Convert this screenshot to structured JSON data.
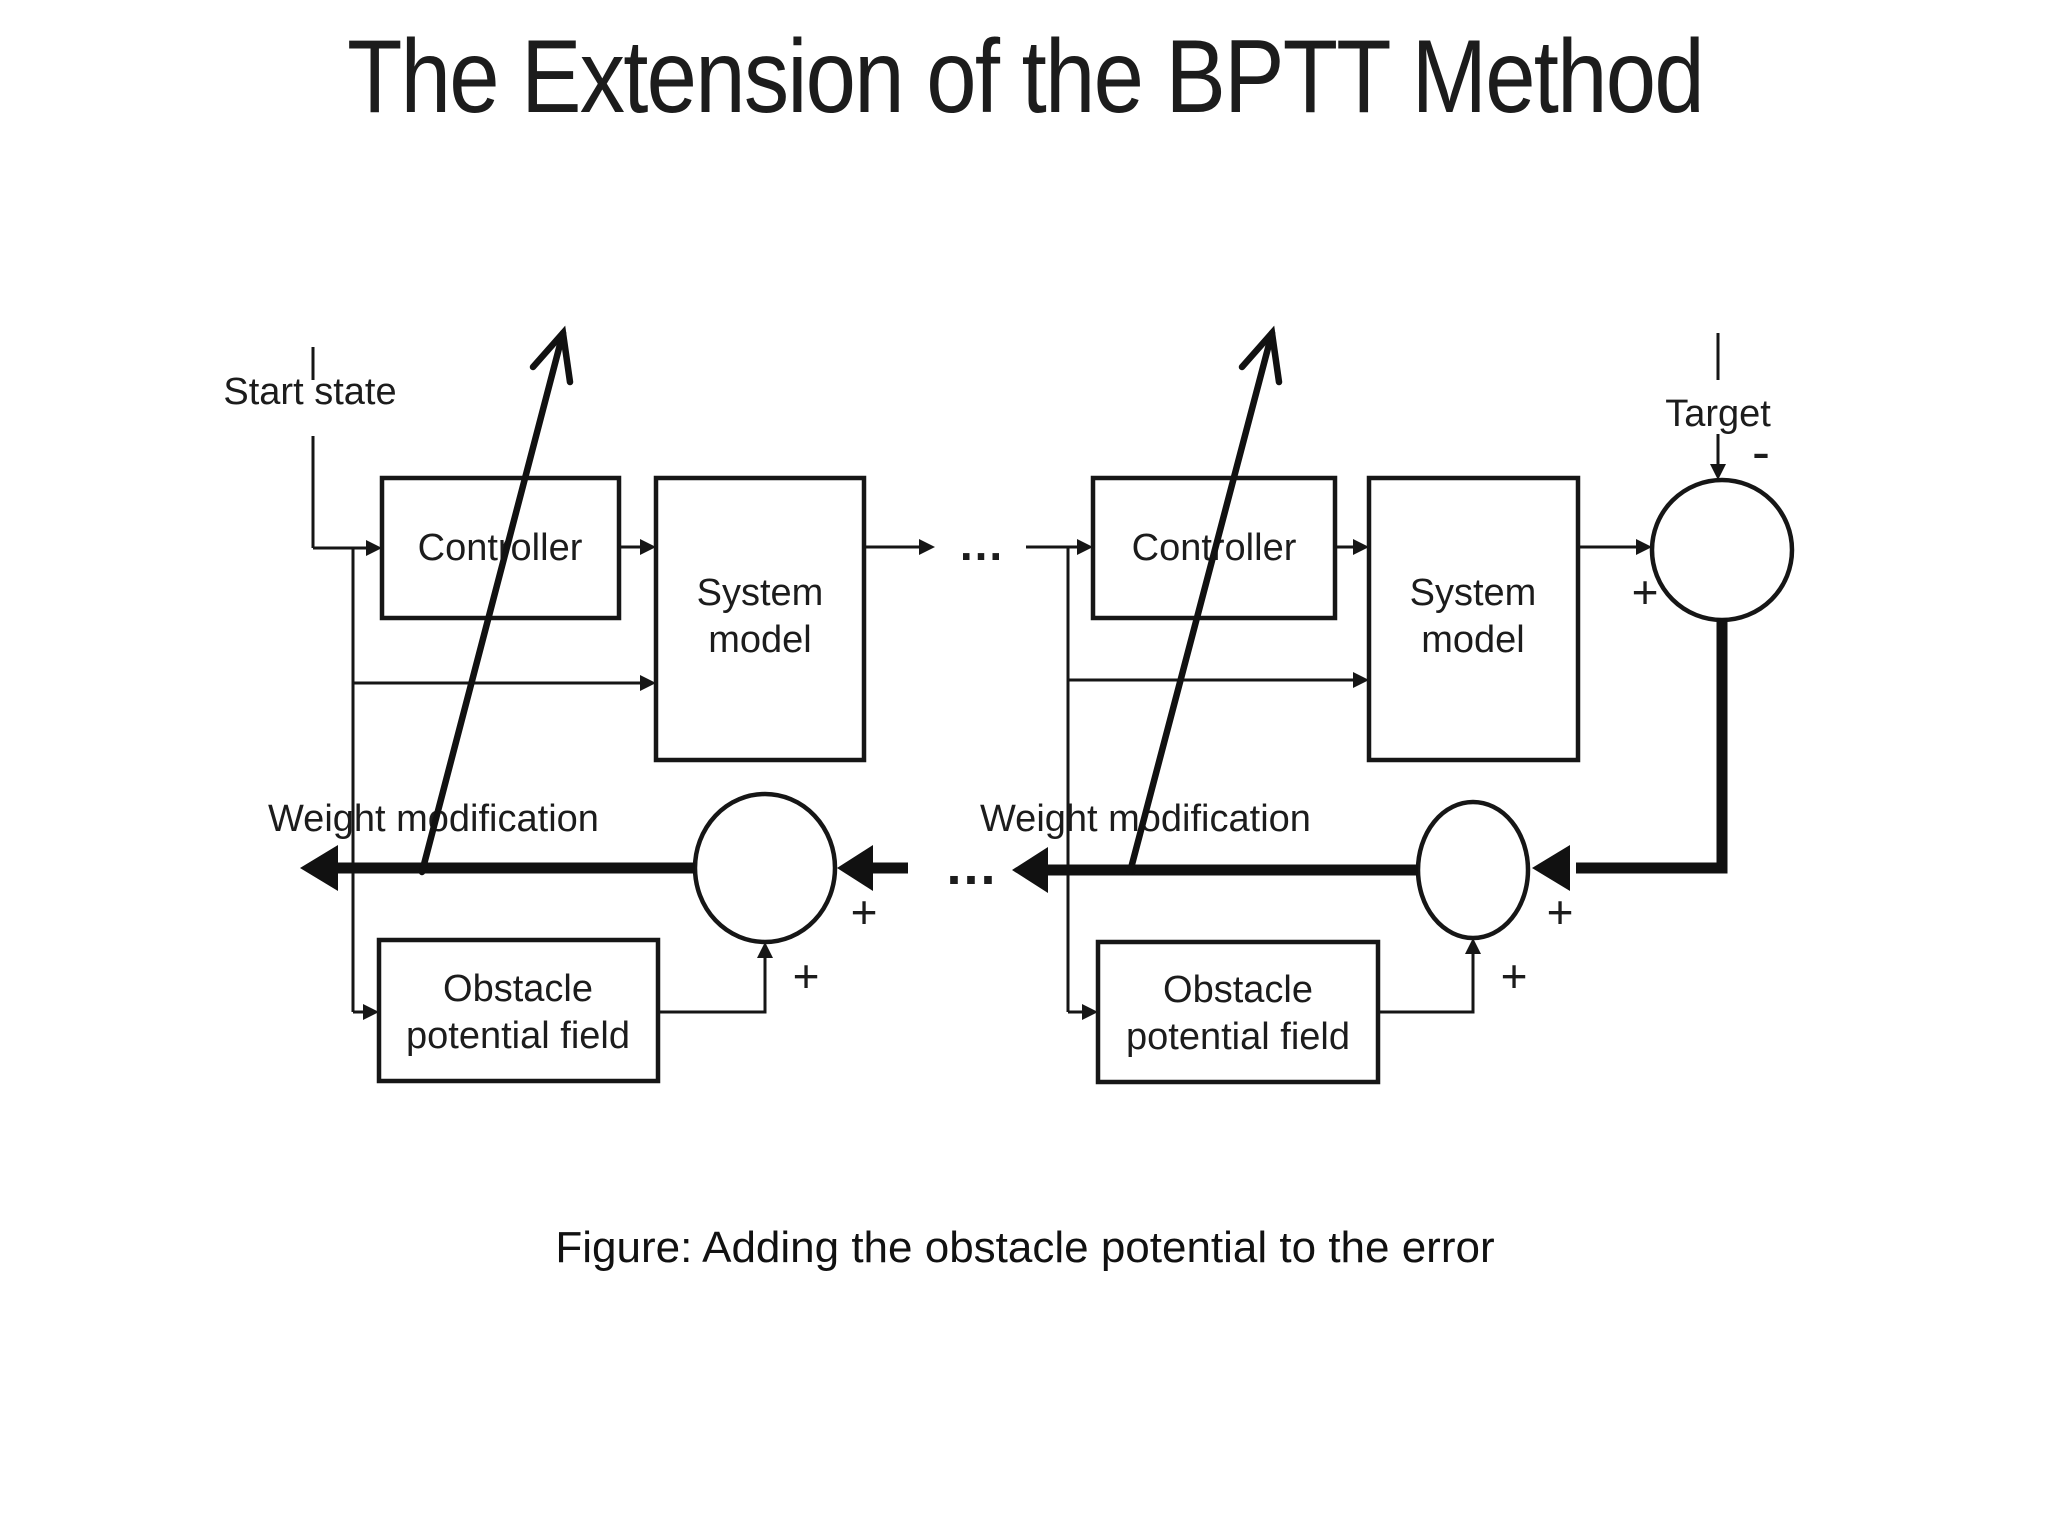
{
  "title": "The Extension of the BPTT Method",
  "caption": "Figure: Adding the obstacle potential to the error",
  "colors": {
    "ink": "#161616",
    "background": "#ffffff"
  },
  "diagram": {
    "start_state_label": "Start state",
    "target_label": "Target",
    "minus_sign": "-",
    "target_plus_sign": "+",
    "ellipsis_top": "...",
    "ellipsis_bottom": "...",
    "units": [
      {
        "controller_label": "Controller",
        "system_model_label": [
          "System",
          "model"
        ],
        "weight_modification_label": "Weight modification",
        "obstacle_label": [
          "Obstacle",
          "potential field"
        ],
        "sum_plus_right": "+",
        "sum_plus_bottom": "+"
      },
      {
        "controller_label": "Controller",
        "system_model_label": [
          "System",
          "model"
        ],
        "weight_modification_label": "Weight modification",
        "obstacle_label": [
          "Obstacle",
          "potential field"
        ],
        "sum_plus_right": "+",
        "sum_plus_bottom": "+"
      }
    ]
  }
}
